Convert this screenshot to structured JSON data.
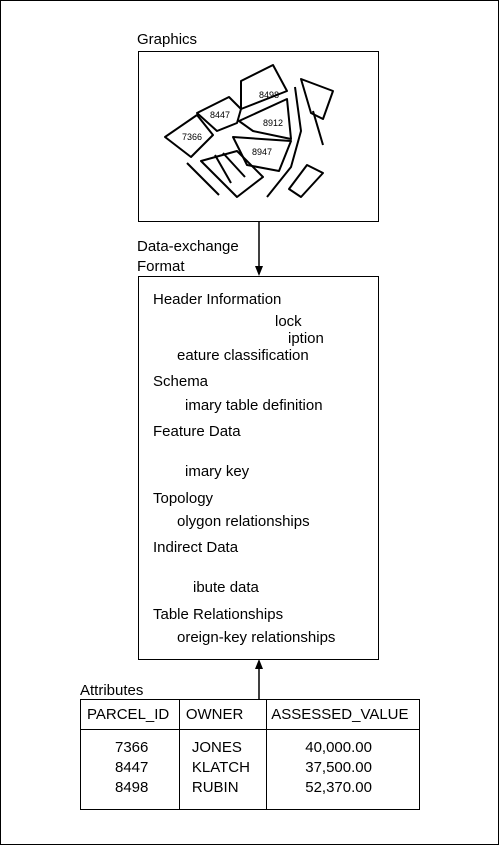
{
  "graphics": {
    "label": "Graphics",
    "parcels": [
      "8498",
      "8447",
      "8912",
      "7366",
      "8947"
    ]
  },
  "exchange": {
    "label_line1": "Data-exchange",
    "label_line2": "Format",
    "sections": [
      {
        "title": "Header Information",
        "lines": [
          "lock",
          "iption",
          "eature classification"
        ]
      },
      {
        "title": "Schema",
        "lines": [
          "imary table definition"
        ]
      },
      {
        "title": "Feature Data",
        "lines": [
          "imary key"
        ]
      },
      {
        "title": "Topology",
        "lines": [
          "olygon relationships"
        ]
      },
      {
        "title": "Indirect Data",
        "lines": [
          "ibute data"
        ]
      },
      {
        "title": "Table Relationships",
        "lines": [
          "oreign-key relationships"
        ]
      }
    ]
  },
  "attributes": {
    "label": "Attributes",
    "columns": [
      "PARCEL_ID",
      "OWNER",
      "ASSESSED_VALUE"
    ],
    "rows": [
      [
        "7366",
        "JONES",
        "40,000.00"
      ],
      [
        "8447",
        "KLATCH",
        "37,500.00"
      ],
      [
        "8498",
        "RUBIN",
        "52,370.00"
      ]
    ]
  }
}
